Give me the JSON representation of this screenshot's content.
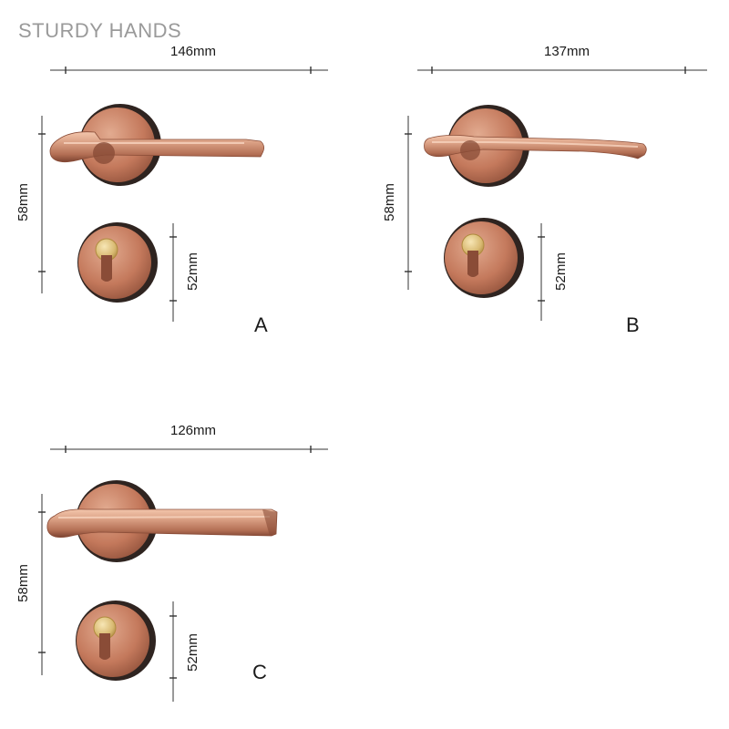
{
  "brand": {
    "name": "STURDY HANDS"
  },
  "colors": {
    "metal_light": "#e3aa8e",
    "metal_mid": "#c2795c",
    "metal_dark": "#8a4c37",
    "rose_rim": "#2f2420",
    "brass_light": "#f2dca0",
    "brass_dark": "#b08a3e",
    "dimension_line": "#333333"
  },
  "variants": [
    {
      "label": "A",
      "handle_style": "angled-tip-lever",
      "width_label": "146mm",
      "height_label": "58mm",
      "lock_label": "52mm"
    },
    {
      "label": "B",
      "handle_style": "curved-lever",
      "width_label": "137mm",
      "height_label": "58mm",
      "lock_label": "52mm"
    },
    {
      "label": "C",
      "handle_style": "straight-lever",
      "width_label": "126mm",
      "height_label": "58mm",
      "lock_label": "52mm"
    }
  ]
}
